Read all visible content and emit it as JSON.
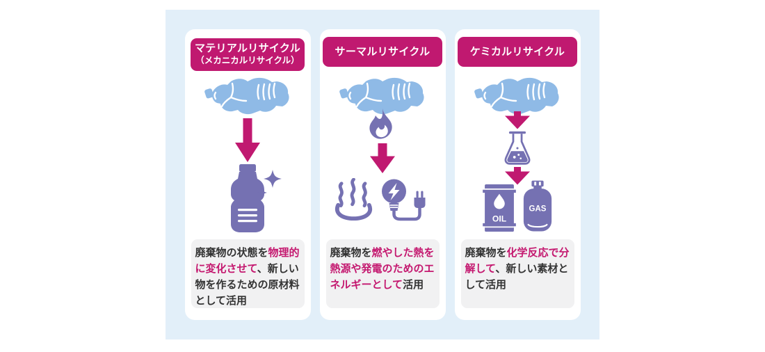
{
  "colors": {
    "accent_magenta": "#c01970",
    "accent_text_magenta": "#c4186f",
    "icon_purple": "#7571b2",
    "bottle_light_blue": "#8fbae6",
    "panel_background": "#e2eff9",
    "description_box_gray": "#f1f1f2",
    "body_text_dark": "#333333"
  },
  "cards": [
    {
      "id": "material-recycle",
      "header_line1": "マテリアルリサイクル",
      "header_line2": "（メカニカルリサイクル）",
      "icons": [
        "crushed-plastic-bottle",
        "arrow-down",
        "new-bottle-with-sparkles"
      ],
      "description_segments": [
        {
          "text": "廃棄物の状態を",
          "style": "dark"
        },
        {
          "text": "物理的に変化させて",
          "style": "accent"
        },
        {
          "text": "、新しい物を作るための原材料として活用",
          "style": "dark"
        }
      ]
    },
    {
      "id": "thermal-recycle",
      "header": "サーマルリサイクル",
      "icons": [
        "crushed-plastic-bottle",
        "flame",
        "arrow-down",
        "hot-spring-heat",
        "electric-bulb-plug"
      ],
      "description_segments": [
        {
          "text": "廃棄物を",
          "style": "dark"
        },
        {
          "text": "燃やした熱を熱源や発電のためのエネルギーとして",
          "style": "accent"
        },
        {
          "text": "活用",
          "style": "dark"
        }
      ]
    },
    {
      "id": "chemical-recycle",
      "header": "ケミカルリサイクル",
      "icons": [
        "crushed-plastic-bottle",
        "arrow-down",
        "chemical-flask",
        "arrow-down",
        "oil-drum",
        "gas-cylinder"
      ],
      "oil_label": "OIL",
      "gas_label": "GAS",
      "description_segments": [
        {
          "text": "廃棄物を",
          "style": "dark"
        },
        {
          "text": "化学反応で分解して",
          "style": "accent"
        },
        {
          "text": "、新しい素材として活用",
          "style": "dark"
        }
      ]
    }
  ]
}
